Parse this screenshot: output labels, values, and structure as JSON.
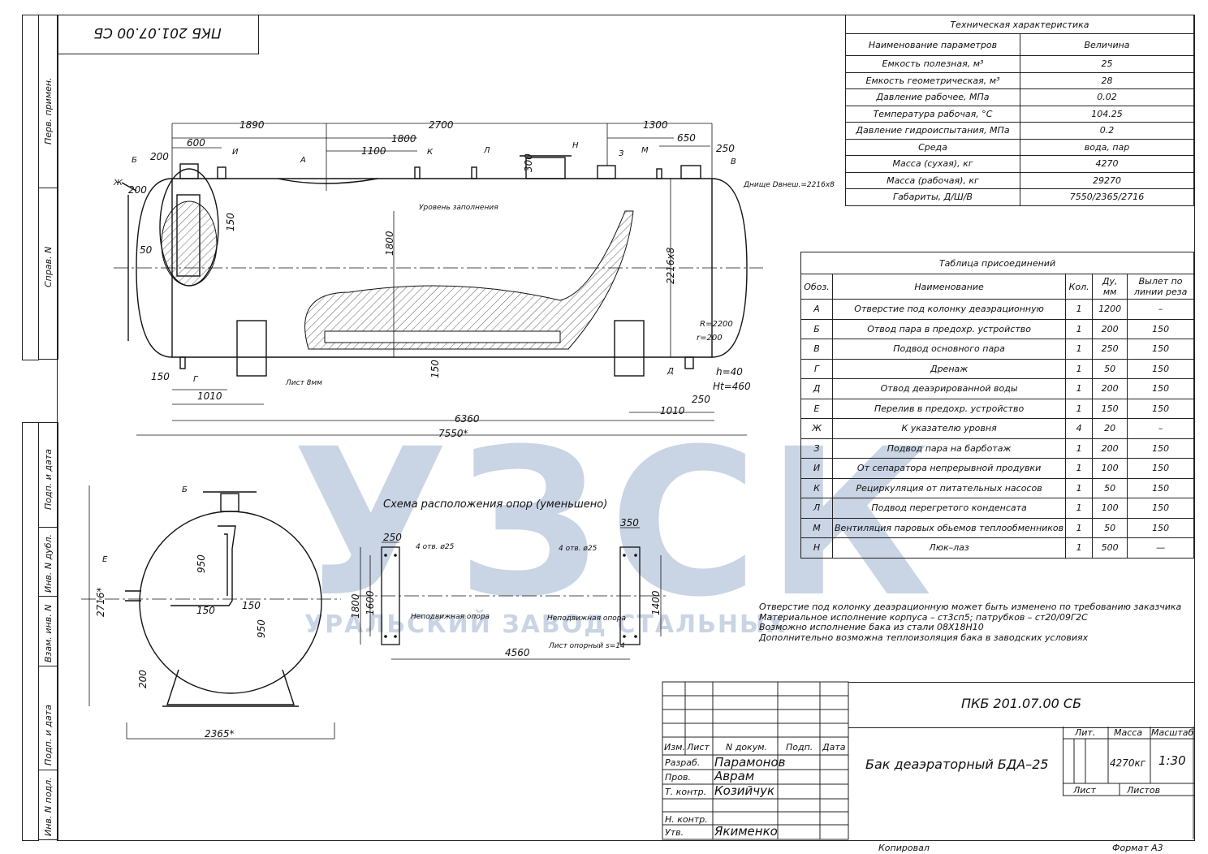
{
  "drawing_code": "ПКБ 201.07.00 СБ",
  "drawing_code_mirrored": "ПКБ 201.07.00 СБ",
  "left_strip": [
    "Перв. примен.",
    "Справ. N",
    "Подп. и дата",
    "Инв. N дубл.",
    "Взам. инв. N",
    "Подп. и дата",
    "Инв. N подл."
  ],
  "watermark": {
    "logo": "УЗСК",
    "text": "УРАЛЬСКИЙ ЗАВОД СТАЛЬНЫХ"
  },
  "tech": {
    "title": "Техническая характеристика",
    "header": [
      "Наименование параметров",
      "Величина"
    ],
    "rows": [
      {
        "name": "Емкость полезная, м³",
        "value": "25"
      },
      {
        "name": "Емкость геометрическая, м³",
        "value": "28"
      },
      {
        "name": "Давление рабочее, МПа",
        "value": "0.02"
      },
      {
        "name": "Температура рабочая, °С",
        "value": "104.25"
      },
      {
        "name": "Давление гидроиспытания, МПа",
        "value": "0.2"
      },
      {
        "name": "Среда",
        "value": "вода, пар"
      },
      {
        "name": "Масса (сухая), кг",
        "value": "4270"
      },
      {
        "name": "Масса (рабочая), кг",
        "value": "29270"
      },
      {
        "name": "Габариты, Д/Ш/В",
        "value": "7550/2365/2716"
      }
    ]
  },
  "conn": {
    "title": "Таблица присоединений",
    "header": {
      "obo": "Обоз.",
      "name": "Наименование",
      "kol": "Кол.",
      "du": "Ду, мм",
      "vylet": "Вылет по линии реза"
    },
    "rows": [
      {
        "obo": "А",
        "name": "Отверстие под колонку деаэрационную",
        "kol": "1",
        "du": "1200",
        "vylet": "–"
      },
      {
        "obo": "Б",
        "name": "Отвод пара в предохр. устройство",
        "kol": "1",
        "du": "200",
        "vylet": "150"
      },
      {
        "obo": "В",
        "name": "Подвод основного пара",
        "kol": "1",
        "du": "250",
        "vylet": "150"
      },
      {
        "obo": "Г",
        "name": "Дренаж",
        "kol": "1",
        "du": "50",
        "vylet": "150"
      },
      {
        "obo": "Д",
        "name": "Отвод деаэрированной воды",
        "kol": "1",
        "du": "200",
        "vylet": "150"
      },
      {
        "obo": "Е",
        "name": "Перелив в предохр. устройство",
        "kol": "1",
        "du": "150",
        "vylet": "150"
      },
      {
        "obo": "Ж",
        "name": "К указателю уровня",
        "kol": "4",
        "du": "20",
        "vylet": "–"
      },
      {
        "obo": "З",
        "name": "Подвод пара на барботаж",
        "kol": "1",
        "du": "200",
        "vylet": "150"
      },
      {
        "obo": "И",
        "name": "От сепаратора непрерывной продувки",
        "kol": "1",
        "du": "100",
        "vylet": "150"
      },
      {
        "obo": "К",
        "name": "Рециркуляция от питательных насосов",
        "kol": "1",
        "du": "50",
        "vylet": "150"
      },
      {
        "obo": "Л",
        "name": "Подвод перегретого конденсата",
        "kol": "1",
        "du": "100",
        "vylet": "150"
      },
      {
        "obo": "М",
        "name": "Вентиляция паровых обьемов теплообменников",
        "kol": "1",
        "du": "50",
        "vylet": "150"
      },
      {
        "obo": "Н",
        "name": "Люк–лаз",
        "kol": "1",
        "du": "500",
        "vylet": "—"
      }
    ]
  },
  "notes": [
    "Отверстие под колонку деаэрационную может быть изменено по требованию заказчика",
    "Материальное исполнение корпуса – ст3сп5; патрубков – ст20/09Г2С",
    "Возможно исполнение бака из стали 08Х18Н10",
    "Дополнительно возможна теплоизоляция бака в заводских условиях"
  ],
  "schema_title": "Схема расположения опор (уменьшено)",
  "side_labels": {
    "d1890": "1890",
    "d2700": "2700",
    "d1300": "1300",
    "d600": "600",
    "d1800t": "1800",
    "d650": "650",
    "d1100": "1100",
    "d200a": "200",
    "d200b": "200",
    "d250a": "250",
    "d300": "300",
    "d150a": "150",
    "d50": "50",
    "d1800v": "1800",
    "d2216": "2216х8",
    "d150b": "150",
    "d150c": "150",
    "d1010a": "1010",
    "d6360": "6360",
    "d7550": "7550*",
    "d1010b": "1010",
    "d250b": "250",
    "r2200": "R=2200",
    "r200": "r=200",
    "h40": "h=40",
    "ht": "Ht=460",
    "lB": "Б",
    "lI": "И",
    "lA": "А",
    "lK": "К",
    "lL": "Л",
    "lN": "Н",
    "lZ": "З",
    "lM": "М",
    "lV": "В",
    "lZh": "Ж",
    "lG": "Г",
    "lD": "Д",
    "level": "Уровень заполнения",
    "dnishe": "Днище Dвнеш.=2216х8",
    "list8": "Лист 8мм"
  },
  "end_labels": {
    "lB": "Б",
    "lE": "Е",
    "d950a": "950",
    "d950b": "950",
    "d150a": "150",
    "d150b": "150",
    "d200": "200",
    "d2716": "2716*",
    "d2365": "2365*"
  },
  "support_labels": {
    "d250": "250",
    "d350": "350",
    "holes1": "4 отв. ø25",
    "holes2": "4 отв. ø25",
    "d1800": "1800",
    "d1600": "1600",
    "d1400": "1400",
    "fixed": "Неподвижная опора",
    "mobile": "Неподвижная опора",
    "plate": "Лист опорный s=14",
    "d4560": "4560"
  },
  "stamp": {
    "code": "ПКБ 201.07.00 СБ",
    "title": "Бак деаэраторный БДА–25",
    "cols": [
      "Изм.",
      "Лист",
      "N докум.",
      "Подп.",
      "Дата"
    ],
    "roles": [
      {
        "role": "Разраб.",
        "name": "Парамонов"
      },
      {
        "role": "Пров.",
        "name": "Аврам"
      },
      {
        "role": "Т. контр.",
        "name": "Козийчук"
      },
      {
        "role": "",
        "name": ""
      },
      {
        "role": "Н. контр.",
        "name": ""
      },
      {
        "role": "Утв.",
        "name": "Якименко"
      }
    ],
    "lit": "Лит.",
    "mass": "Масса",
    "scale": "Масштаб",
    "mass_value": "4270кг",
    "scale_value": "1:30",
    "sheet": "Лист",
    "sheets": "Листов"
  },
  "footer": {
    "copied": "Копировал",
    "format": "Формат А3"
  }
}
